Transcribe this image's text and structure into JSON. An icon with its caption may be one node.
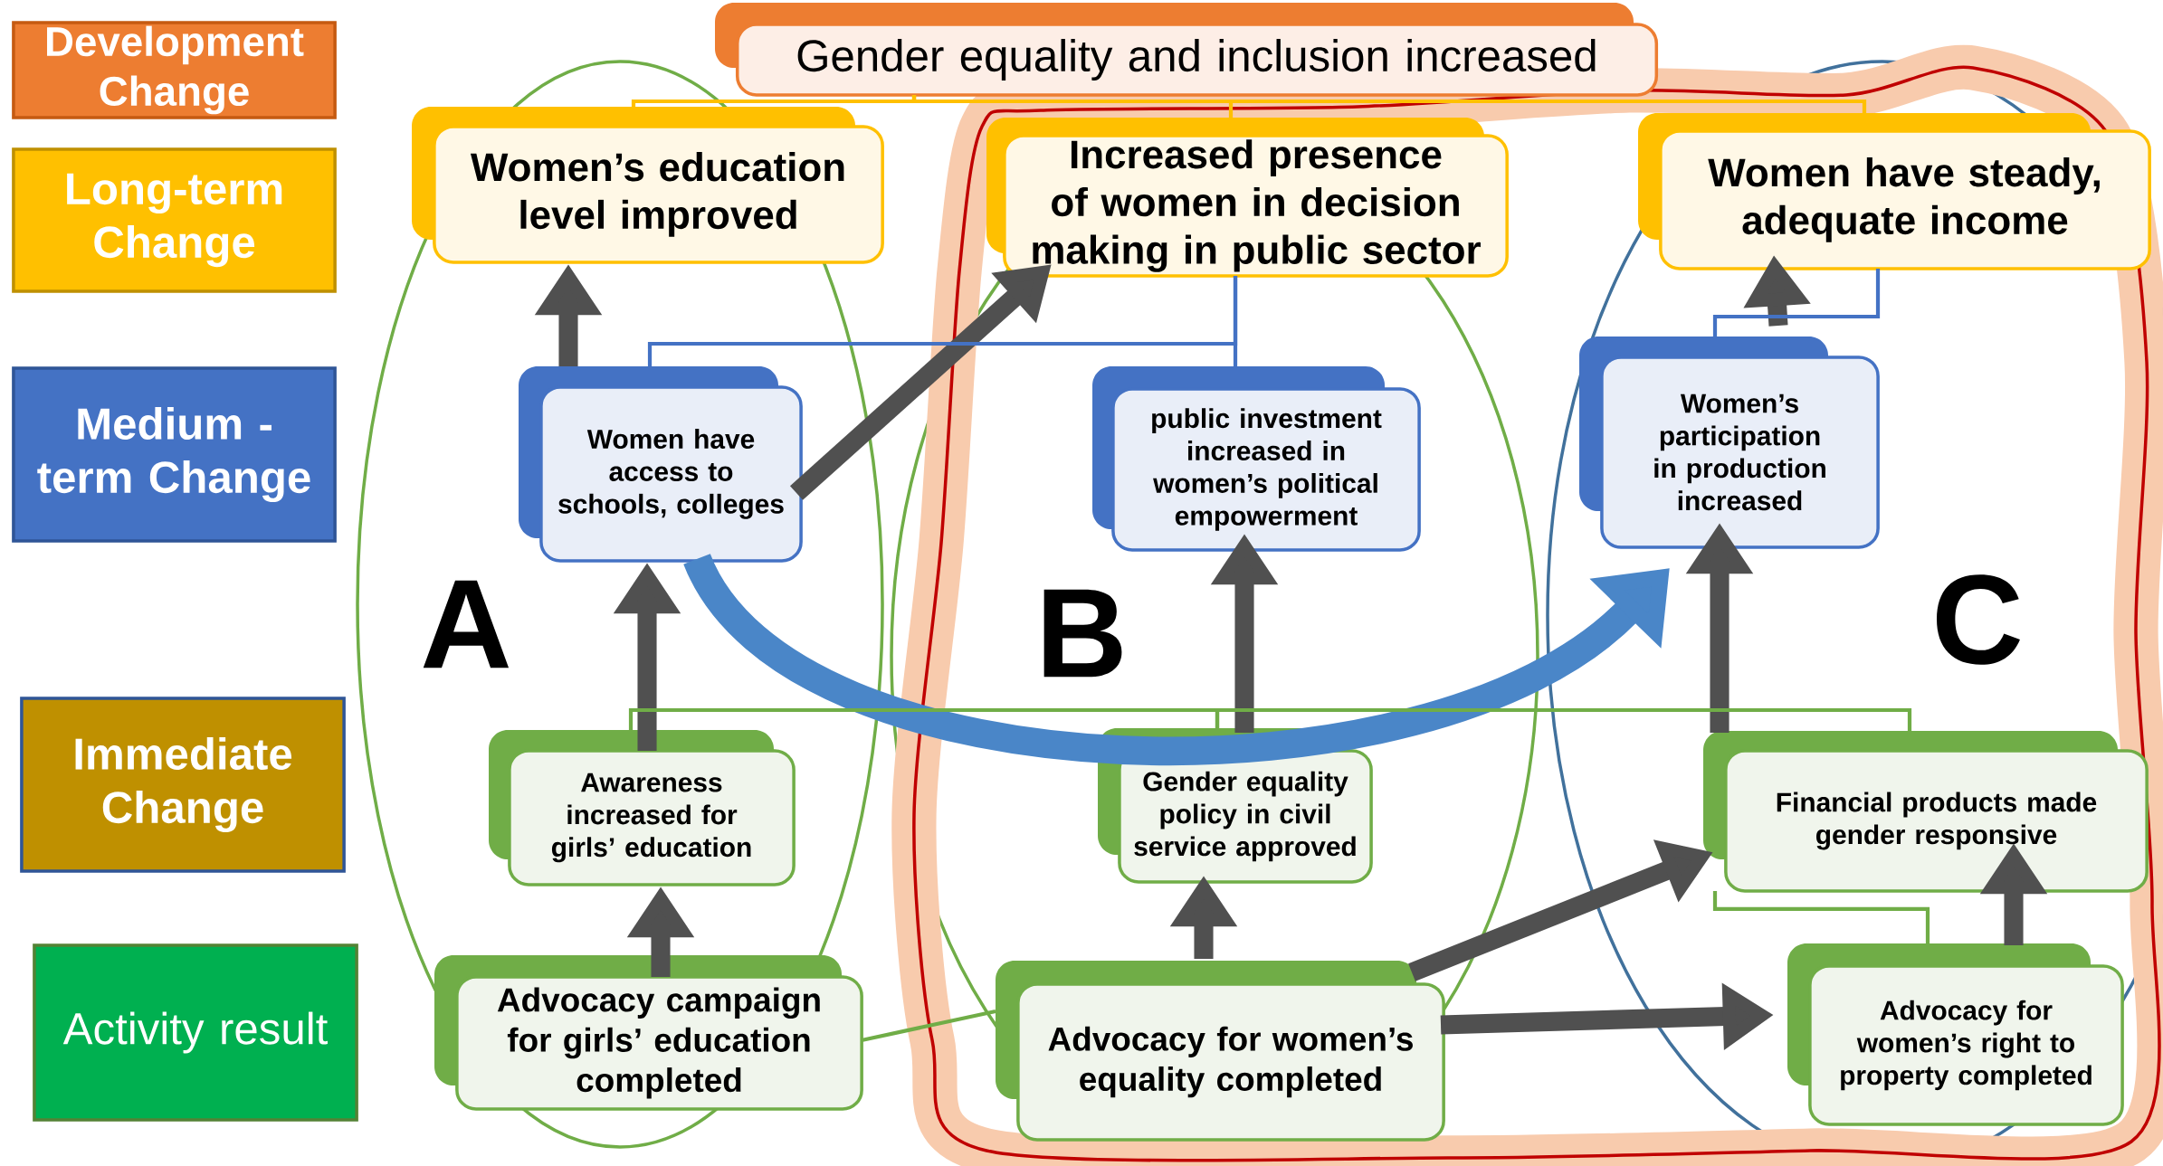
{
  "diagram": {
    "nodes": [
      {
        "text": [
          "Development Change"
        ]
      },
      {
        "text": [
          "Long-term Change"
        ]
      },
      {
        "text": [
          "Medium - term Change"
        ]
      },
      {
        "text": [
          "Immediate Change"
        ]
      },
      {
        "text": [
          "Activity result"
        ]
      },
      {
        "text": [
          "Gender equality and inclusion increased"
        ]
      },
      {
        "text": [
          "Women’s education level improved"
        ]
      },
      {
        "text": [
          "Increased presence of women in decision making in public sector"
        ]
      },
      {
        "text": [
          "Women have steady, adequate income"
        ]
      },
      {
        "text": [
          "Women have access to schools, colleges"
        ]
      },
      {
        "text": [
          "public investment increased in women’s political empowerment"
        ]
      },
      {
        "text": [
          "Women’s participation in production increased"
        ]
      },
      {
        "text": [
          "Awareness increased for girls’ education"
        ]
      },
      {
        "text": [
          "Gender equality policy in civil service approved"
        ]
      },
      {
        "text": [
          "Financial products made gender responsive"
        ]
      },
      {
        "text": [
          "Advocacy campaign for girls’ education completed"
        ]
      },
      {
        "text": [
          "Advocacy for women’s equality completed"
        ]
      },
      {
        "text": [
          "Advocacy for women’s right to property completed"
        ]
      }
    ],
    "edges": [
      {
        "from": 15,
        "to": 12,
        "arrow": "to"
      },
      {
        "from": 12,
        "to": 9,
        "arrow": "to"
      },
      {
        "from": 9,
        "to": 6,
        "arrow": "to"
      },
      {
        "from": 9,
        "to": 7,
        "arrow": "to"
      },
      {
        "from": 13,
        "to": 10,
        "arrow": "to"
      },
      {
        "from": 16,
        "to": 13,
        "arrow": "to"
      },
      {
        "from": 16,
        "to": 14,
        "arrow": "to"
      },
      {
        "from": 16,
        "to": 17,
        "arrow": "to"
      },
      {
        "from": 17,
        "to": 14,
        "arrow": "to"
      },
      {
        "from": 14,
        "to": 11,
        "arrow": "to"
      },
      {
        "from": 11,
        "to": 8,
        "arrow": "to"
      },
      {
        "from": 9,
        "to": 11,
        "arrow": "to",
        "color": "#4a86c8"
      },
      {
        "from": 5,
        "to": 6,
        "arrow": "none",
        "color": "#ffc000"
      },
      {
        "from": 5,
        "to": 7,
        "arrow": "none",
        "color": "#ffc000"
      },
      {
        "from": 5,
        "to": 8,
        "arrow": "none",
        "color": "#ffc000"
      },
      {
        "from": 7,
        "to": 9,
        "arrow": "none",
        "color": "#4472c4"
      },
      {
        "from": 7,
        "to": 10,
        "arrow": "none",
        "color": "#4472c4"
      },
      {
        "from": 8,
        "to": 11,
        "arrow": "none",
        "color": "#4472c4"
      },
      {
        "from": 12,
        "to": 13,
        "arrow": "none",
        "color": "#70ad47"
      },
      {
        "from": 13,
        "to": 14,
        "arrow": "none",
        "color": "#70ad47"
      },
      {
        "from": 15,
        "to": 16,
        "arrow": "none",
        "color": "#70ad47"
      },
      {
        "from": 14,
        "to": 17,
        "arrow": "none",
        "color": "#70ad47"
      }
    ],
    "labels": [
      "A",
      "B",
      "C"
    ]
  }
}
